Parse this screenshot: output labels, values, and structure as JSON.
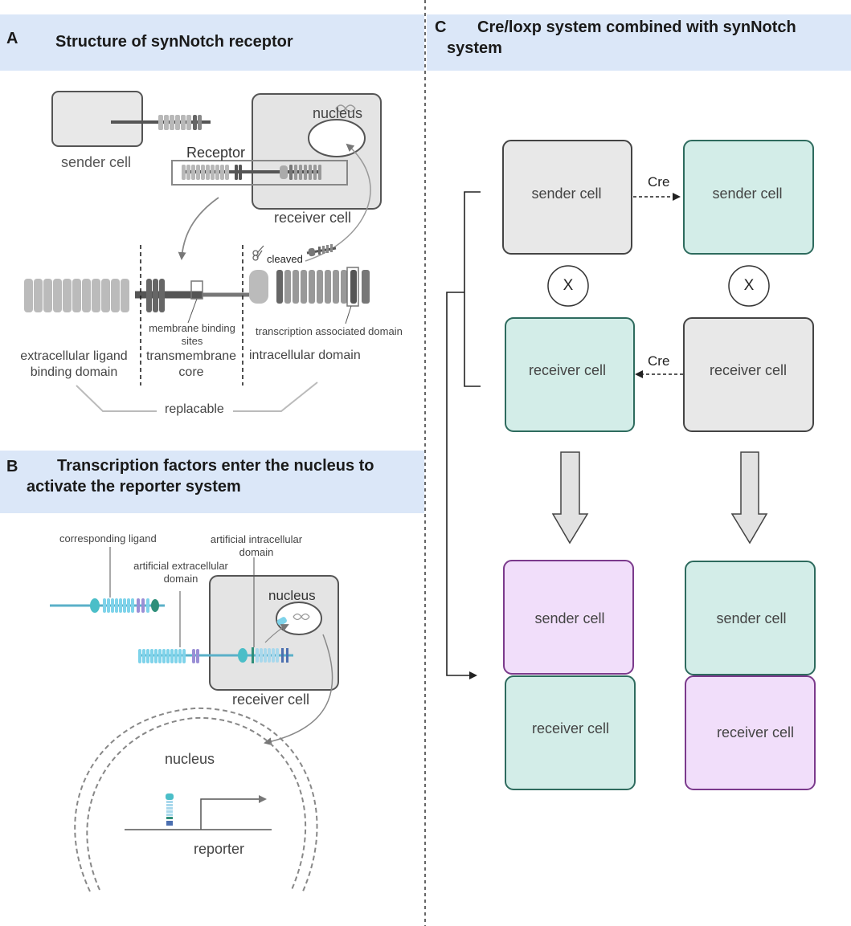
{
  "panel_a": {
    "letter": "A",
    "title": "Structure of synNotch receptor",
    "sender_cell": "sender cell",
    "receptor": "Receptor",
    "nucleus": "nucleus",
    "receiver_cell": "receiver cell",
    "cleaved": "cleaved",
    "membrane_binding_sites": "membrane binding\nsites",
    "transcription_domain": "transcription associated domain",
    "extracellular": "extracellular ligand\nbinding domain",
    "transmembrane": "transmembrane\ncore",
    "intracellular": "intracellular domain",
    "replacable": "replacable"
  },
  "panel_b": {
    "letter": "B",
    "title_line1": "Transcription factors enter the nucleus to",
    "title_line2": "activate the reporter system",
    "corresponding_ligand": "corresponding ligand",
    "artificial_extracellular": "artificial extracellular\ndomain",
    "artificial_intracellular": "artificial intracellular\ndomain",
    "nucleus_small": "nucleus",
    "receiver_cell": "receiver cell",
    "nucleus_large": "nucleus",
    "reporter": "reporter"
  },
  "panel_c": {
    "letter": "C",
    "title_line1": "Cre/loxp system combined with synNotch",
    "title_line2": "system",
    "cells": {
      "top_left": "sender cell",
      "top_right": "sender cell",
      "mid_left": "receiver cell",
      "mid_right": "receiver cell",
      "bottom_left_top": "sender cell",
      "bottom_left_bottom": "receiver cell",
      "bottom_right_top": "sender cell",
      "bottom_right_bottom": "receiver cell"
    },
    "cre_top": "Cre",
    "cre_bottom": "Cre",
    "x_left": "X",
    "x_right": "X"
  },
  "colors": {
    "header_bg": "#dbe7f8",
    "gray_cell": "#e8e8e8",
    "teal_cell": "#d3ede8",
    "teal_border": "#2e6b5e",
    "pink_cell": "#f1defa",
    "pink_border": "#7b3a8c",
    "cyan_segment": "#7fd3ea"
  }
}
